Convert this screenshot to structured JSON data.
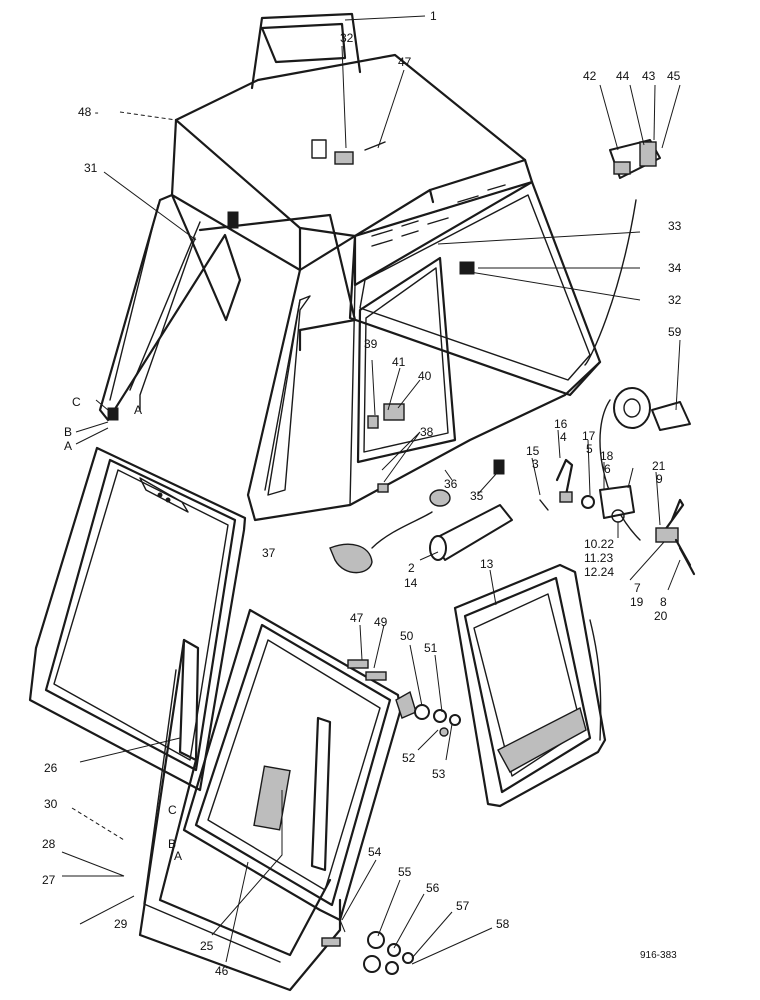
{
  "labels": {
    "l1": "1",
    "l2": "2",
    "l3": "3",
    "l4": "4",
    "l5": "5",
    "l6": "6",
    "l7": "7",
    "l8": "8",
    "l9": "9",
    "l10_12": "10.22",
    "l11_23": "11.23",
    "l12_24": "12.24",
    "l13": "13",
    "l14": "14",
    "l15": "15",
    "l16": "16",
    "l17": "17",
    "l18": "18",
    "l19": "19",
    "l20": "20",
    "l21": "21",
    "l25": "25",
    "l26": "26",
    "l27": "27",
    "l28": "28",
    "l29": "29",
    "l30": "30",
    "l31": "31",
    "l32a": "32",
    "l32b": "32",
    "l33": "33",
    "l34": "34",
    "l35": "35",
    "l36": "36",
    "l37": "37",
    "l38": "38",
    "l39": "39",
    "l40": "40",
    "l41": "41",
    "l42": "42",
    "l43": "43",
    "l44": "44",
    "l45": "45",
    "l46": "46",
    "l47a": "47",
    "l47b": "47",
    "l48": "48 -",
    "l49": "49",
    "l50": "50",
    "l51": "51",
    "l52": "52",
    "l53": "53",
    "l54": "54",
    "l55": "55",
    "l56": "56",
    "l57": "57",
    "l58": "58",
    "l59": "59",
    "refA1": "A",
    "refB1": "B",
    "refC1": "C",
    "refA2": "A",
    "refB2": "B",
    "refC2": "C",
    "refA3": "A"
  },
  "drawing_code": "916-383"
}
